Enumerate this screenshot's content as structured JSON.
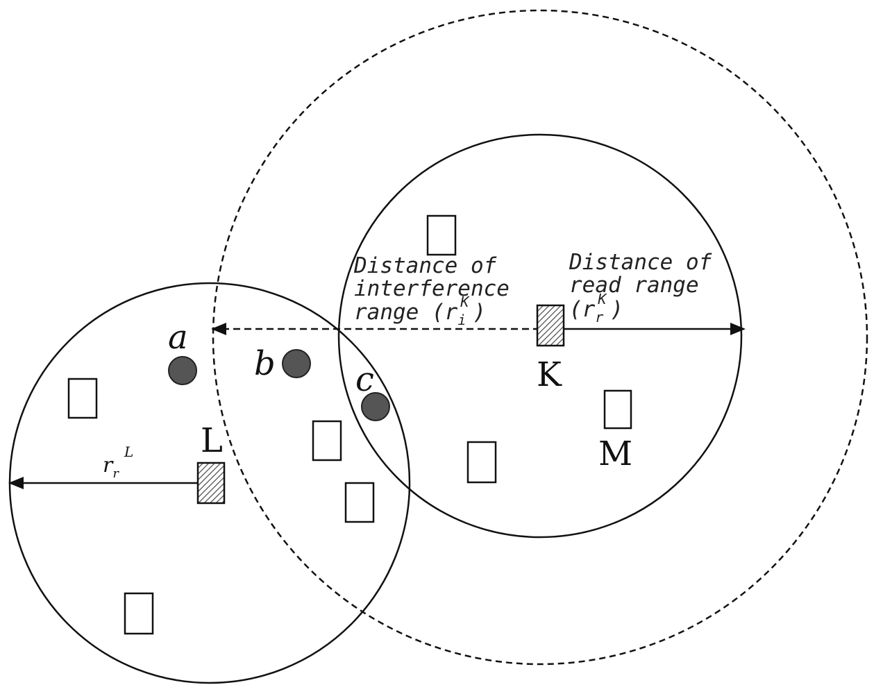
{
  "readers": {
    "K": {
      "label": "K"
    },
    "L": {
      "label": "L"
    }
  },
  "tag_labels": {
    "a": "a",
    "b": "b",
    "c": "c",
    "M": "M"
  },
  "annotations": {
    "interference": {
      "line1": "Distance of",
      "line2": "interference",
      "line3_prefix": "range (r",
      "line3_sub": "i",
      "line3_sup": "K",
      "line3_suffix": ")"
    },
    "read": {
      "line1": "Distance of",
      "line2": "read range",
      "line3_prefix": "(r",
      "line3_sub": "r",
      "line3_sup": "K",
      "line3_suffix": ")"
    },
    "L_read": {
      "base": "r",
      "sub": "r",
      "sup": "L"
    }
  },
  "colors": {
    "line": "#111111",
    "colliding_tag": "#555555",
    "reader_hatch": "#444444"
  }
}
